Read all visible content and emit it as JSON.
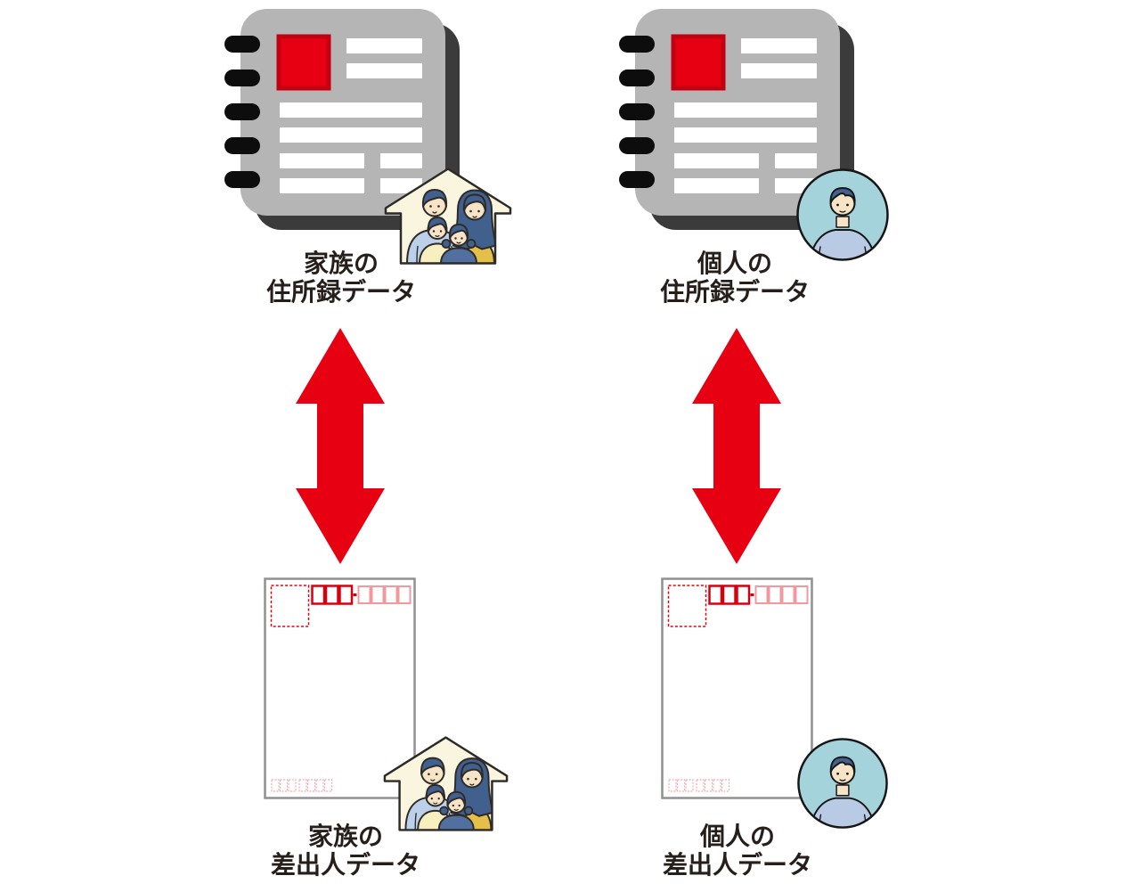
{
  "diagram": {
    "background": "#ffffff",
    "colors": {
      "accent_red": "#e60012",
      "book_gray": "#b5b5b5",
      "book_shadow": "#3b3b3b",
      "binding_ring_black": "#0d0d0d",
      "postcard_border_gray": "#909090",
      "postal_box_red": "#d7000f",
      "postal_box_pink": "#f09aa0",
      "house_cream": "#faf5df",
      "avatar_teal": "#a5d3dc",
      "skin": "#f7e3c6",
      "hair_blue": "#41608e",
      "shirt_light_blue": "#bdd0ea",
      "shirt_yellow": "#e4c04b",
      "shirt_pale_yellow": "#f8efc0",
      "shirt_dark_blue": "#51709f",
      "label_text": "#251e1b"
    },
    "panels": {
      "top_left": {
        "icon": "address-book-icon",
        "overlay_icon": "family-photo-icon",
        "label_lines": [
          "家族の",
          "住所録データ"
        ]
      },
      "top_right": {
        "icon": "address-book-icon",
        "overlay_icon": "person-avatar-icon",
        "label_lines": [
          "個人の",
          "住所録データ"
        ]
      },
      "bottom_left": {
        "icon": "postcard-icon",
        "overlay_icon": "family-photo-icon",
        "label_lines": [
          "家族の",
          "差出人データ"
        ]
      },
      "bottom_right": {
        "icon": "postcard-icon",
        "overlay_icon": "person-avatar-icon",
        "label_lines": [
          "個人の",
          "差出人データ"
        ]
      }
    },
    "connectors": {
      "type": "vertical-double-headed-arrow",
      "count": 2,
      "color": "#e60012"
    },
    "postcard_details": {
      "recipient_postal_code_boxes": 7,
      "recipient_box_groups": [
        3,
        4
      ],
      "sender_postal_code_boxes": 7,
      "sender_box_groups": [
        3,
        4
      ],
      "stamp_box": "dashed-red-square"
    }
  }
}
